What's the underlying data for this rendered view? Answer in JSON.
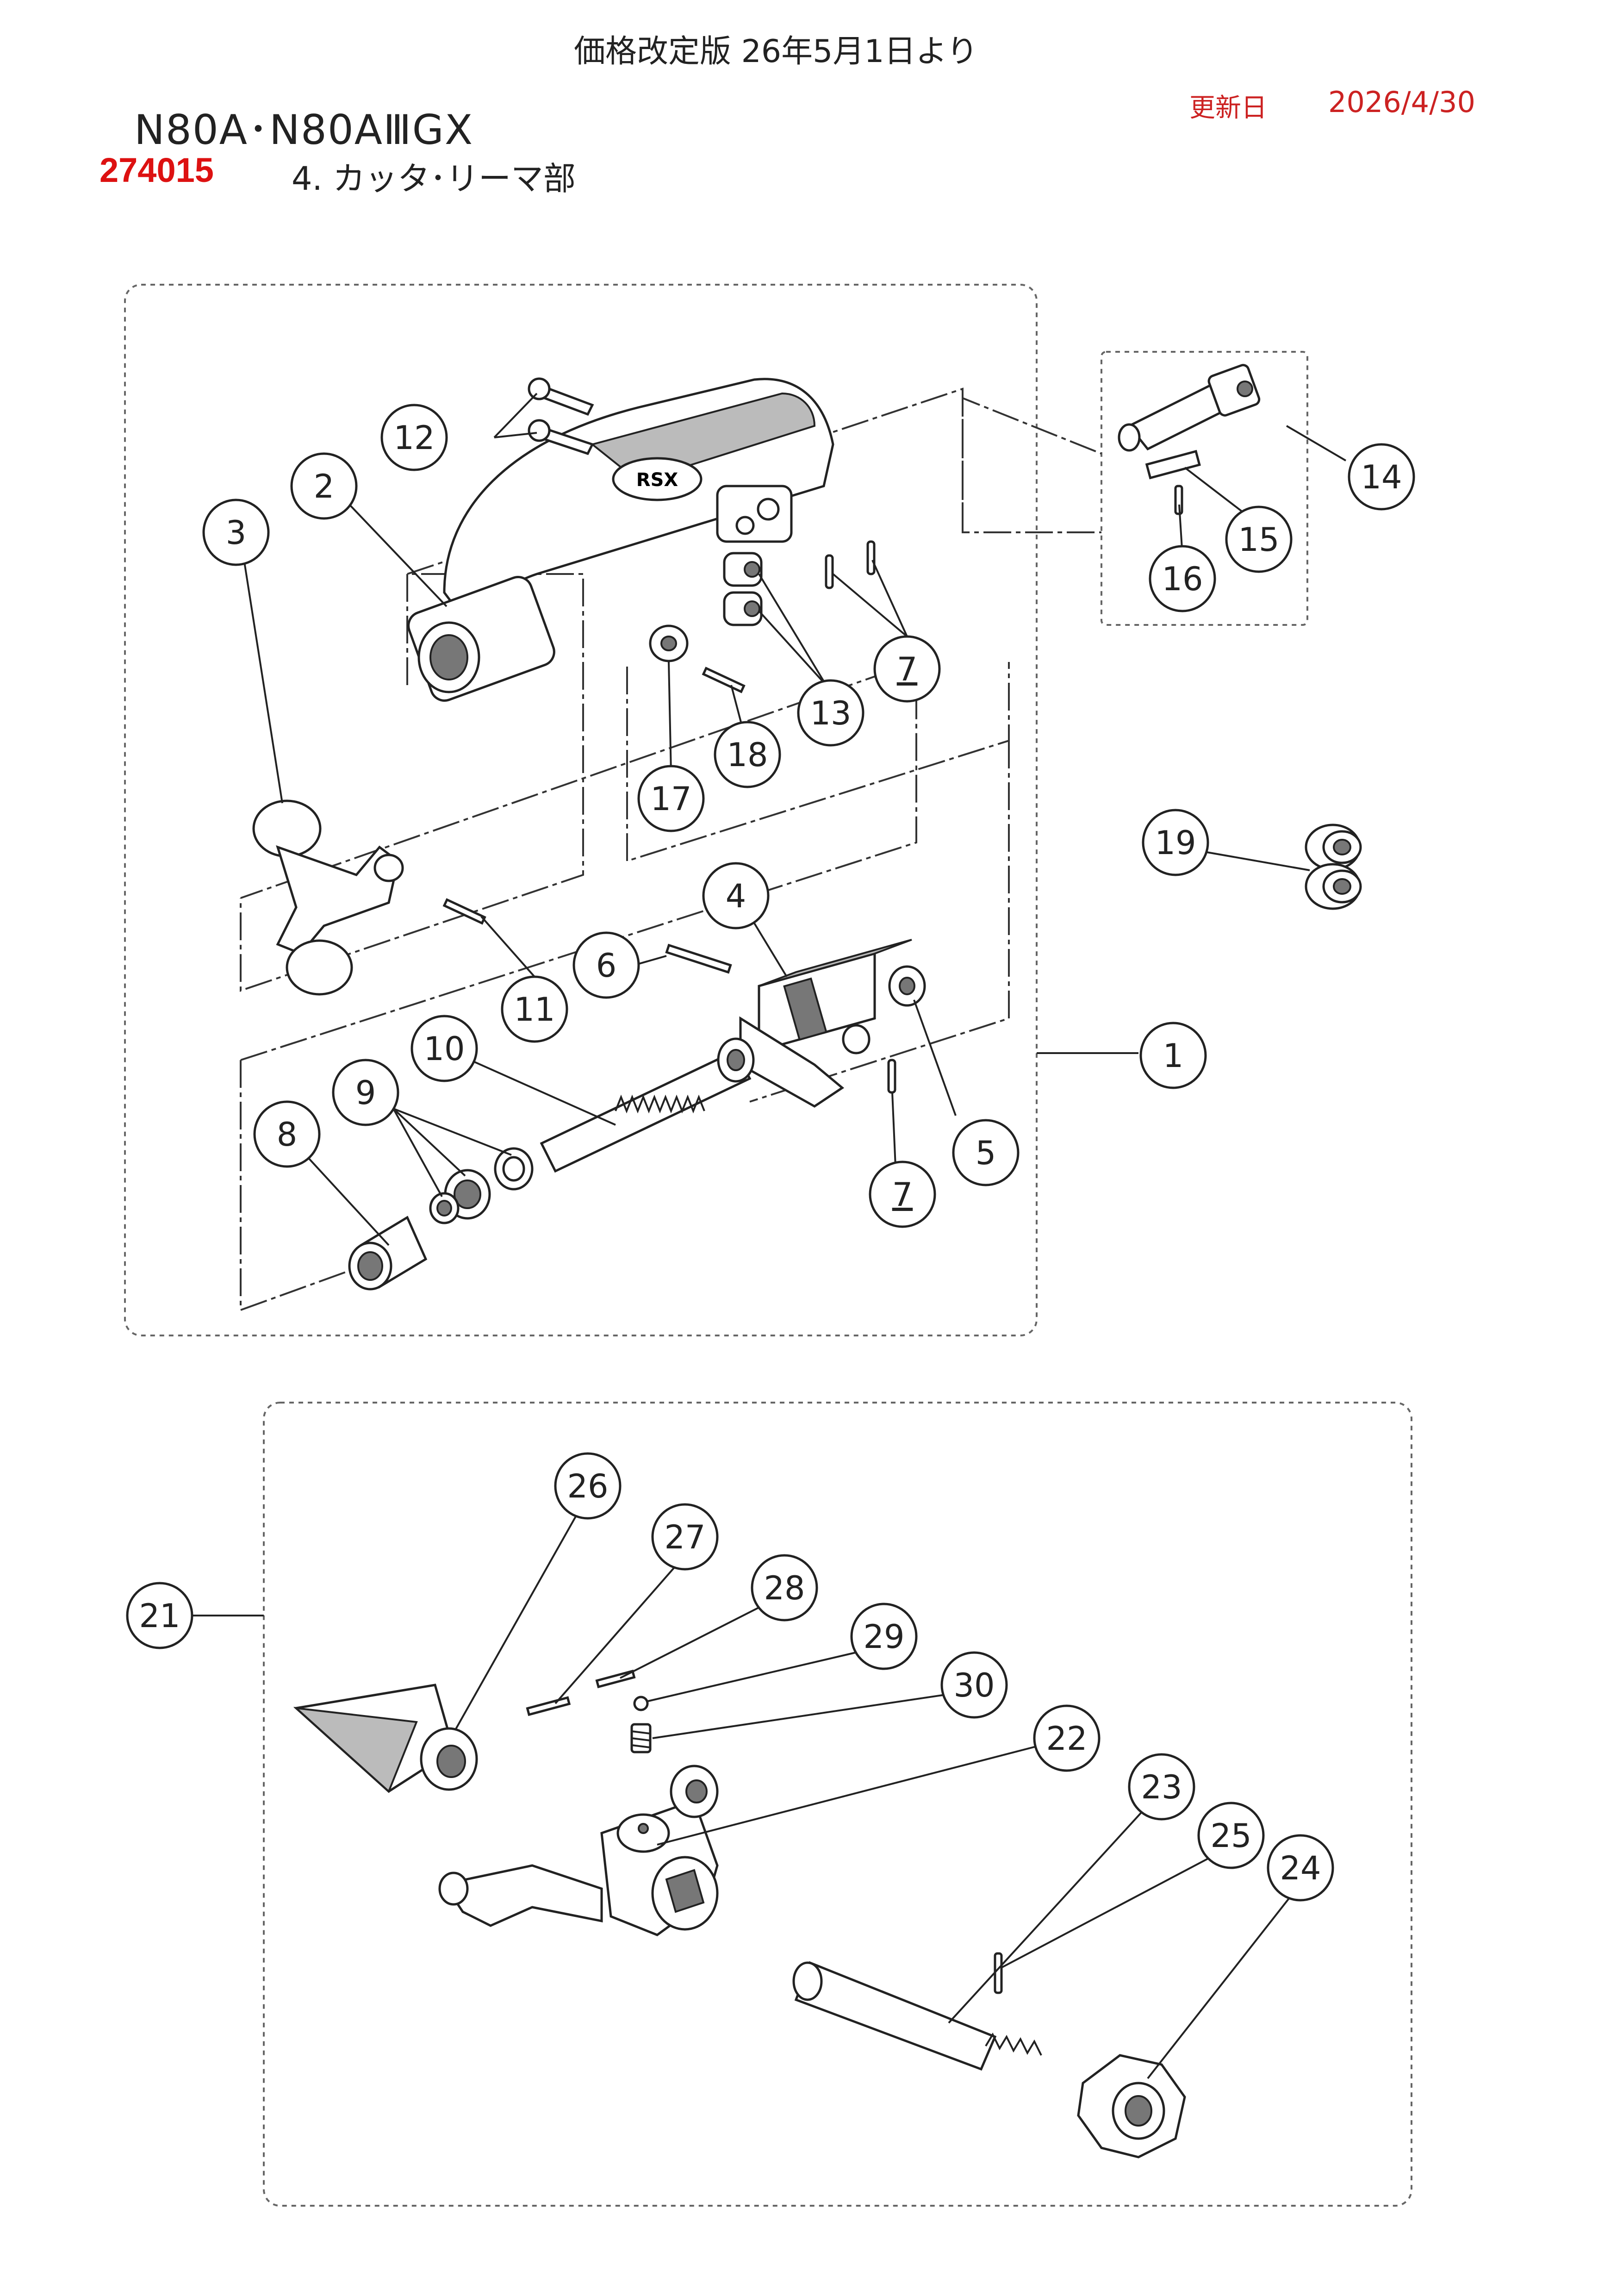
{
  "header": {
    "price_note": "価格改定版 26年5月1日より",
    "update_label": "更新日",
    "update_date": "2026/4/30",
    "model": "N80A･N80AⅢGX",
    "code": "274015",
    "section": "4. カッタ･リーマ部"
  },
  "callouts": [
    {
      "id": "c1",
      "label": "1"
    },
    {
      "id": "c2",
      "label": "2"
    },
    {
      "id": "c3",
      "label": "3"
    },
    {
      "id": "c4",
      "label": "4"
    },
    {
      "id": "c5",
      "label": "5"
    },
    {
      "id": "c6",
      "label": "6"
    },
    {
      "id": "c7a",
      "label": "7"
    },
    {
      "id": "c7b",
      "label": "7"
    },
    {
      "id": "c8",
      "label": "8"
    },
    {
      "id": "c9",
      "label": "9"
    },
    {
      "id": "c10",
      "label": "10"
    },
    {
      "id": "c11",
      "label": "11"
    },
    {
      "id": "c12",
      "label": "12"
    },
    {
      "id": "c13",
      "label": "13"
    },
    {
      "id": "c14",
      "label": "14"
    },
    {
      "id": "c15",
      "label": "15"
    },
    {
      "id": "c16",
      "label": "16"
    },
    {
      "id": "c17",
      "label": "17"
    },
    {
      "id": "c18",
      "label": "18"
    },
    {
      "id": "c19",
      "label": "19"
    },
    {
      "id": "c21",
      "label": "21"
    },
    {
      "id": "c22",
      "label": "22"
    },
    {
      "id": "c23",
      "label": "23"
    },
    {
      "id": "c24",
      "label": "24"
    },
    {
      "id": "c25",
      "label": "25"
    },
    {
      "id": "c26",
      "label": "26"
    },
    {
      "id": "c27",
      "label": "27"
    },
    {
      "id": "c28",
      "label": "28"
    },
    {
      "id": "c29",
      "label": "29"
    },
    {
      "id": "c30",
      "label": "30"
    }
  ]
}
